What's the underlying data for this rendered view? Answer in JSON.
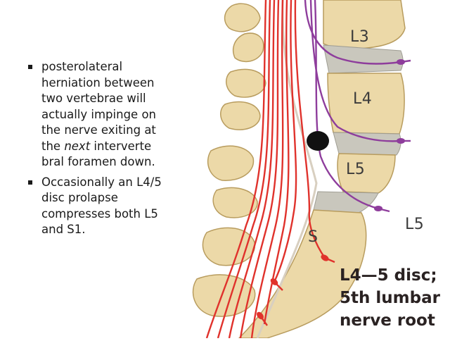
{
  "bullets": [
    {
      "parts": [
        "posterolateral herniation between two vertebrae will actually impinge on the nerve exiting at the ",
        "next",
        " interverte bral foramen down."
      ]
    },
    {
      "parts": [
        "Occasionally an L4/5 disc prolapse compresses both L5 and S1.",
        "",
        ""
      ]
    }
  ],
  "illustration": {
    "vertebra_labels": [
      "L3",
      "L4",
      "L5"
    ],
    "sacrum_label": "S",
    "nerve_root_label": "L5",
    "caption_lines": [
      "L4—5 disc;",
      "5th lumbar",
      "nerve root"
    ]
  },
  "colors": {
    "bone": "#ecd9a8",
    "bone_shadow": "#cdb57c",
    "disc": "#c9c7bd",
    "nerve_red": "#e0322c",
    "nerve_purple": "#8e3d9c",
    "herniation": "#111111"
  }
}
